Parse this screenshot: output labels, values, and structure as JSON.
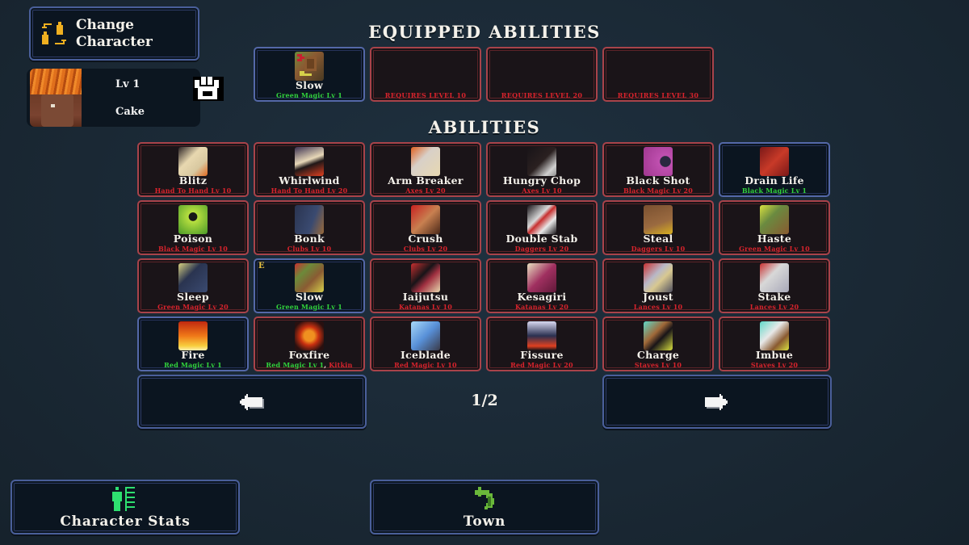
{
  "header": {
    "change_character_label": "Change\nCharacter",
    "character": {
      "level": "Lv 1",
      "name": "Cake",
      "class_icon": "paw-icon"
    }
  },
  "equipped": {
    "title": "EQUIPPED ABILITIES",
    "slots": [
      {
        "state": "unlocked",
        "name": "Slow",
        "icon": "slow-icon",
        "req": [
          {
            "text": "Green Magic Lv 1",
            "met": true
          }
        ]
      },
      {
        "state": "locked",
        "message": "REQUIRES LEVEL 10"
      },
      {
        "state": "locked",
        "message": "REQUIRES LEVEL 20"
      },
      {
        "state": "locked",
        "message": "REQUIRES LEVEL 30"
      }
    ]
  },
  "abilities": {
    "title": "ABILITIES",
    "items": [
      {
        "name": "Blitz",
        "icon": "blitz-icon",
        "unlocked": false,
        "req": [
          {
            "text": "Hand To Hand Lv 10",
            "met": false
          }
        ]
      },
      {
        "name": "Whirlwind",
        "icon": "whirlwind-icon",
        "unlocked": false,
        "req": [
          {
            "text": "Hand To Hand Lv 20",
            "met": false
          }
        ]
      },
      {
        "name": "Arm Breaker",
        "icon": "arm-breaker-icon",
        "unlocked": false,
        "req": [
          {
            "text": "Axes Lv 20",
            "met": false
          }
        ]
      },
      {
        "name": "Hungry Chop",
        "icon": "hungry-chop-icon",
        "unlocked": false,
        "req": [
          {
            "text": "Axes Lv 10",
            "met": false
          }
        ]
      },
      {
        "name": "Black Shot",
        "icon": "black-shot-icon",
        "unlocked": false,
        "req": [
          {
            "text": "Black Magic Lv 20",
            "met": false
          }
        ]
      },
      {
        "name": "Drain Life",
        "icon": "drain-life-icon",
        "unlocked": true,
        "req": [
          {
            "text": "Black Magic Lv 1",
            "met": true
          }
        ]
      },
      {
        "name": "Poison",
        "icon": "poison-icon",
        "unlocked": false,
        "req": [
          {
            "text": "Black Magic Lv 10",
            "met": false
          }
        ]
      },
      {
        "name": "Bonk",
        "icon": "bonk-icon",
        "unlocked": false,
        "req": [
          {
            "text": "Clubs Lv 10",
            "met": false
          }
        ]
      },
      {
        "name": "Crush",
        "icon": "crush-icon",
        "unlocked": false,
        "req": [
          {
            "text": "Clubs Lv 20",
            "met": false
          }
        ]
      },
      {
        "name": "Double Stab",
        "icon": "double-stab-icon",
        "unlocked": false,
        "req": [
          {
            "text": "Daggers Lv 20",
            "met": false
          }
        ]
      },
      {
        "name": "Steal",
        "icon": "steal-icon",
        "unlocked": false,
        "req": [
          {
            "text": "Daggers Lv 10",
            "met": false
          }
        ]
      },
      {
        "name": "Haste",
        "icon": "haste-icon",
        "unlocked": false,
        "req": [
          {
            "text": "Green Magic Lv 10",
            "met": false
          }
        ]
      },
      {
        "name": "Sleep",
        "icon": "sleep-icon",
        "unlocked": false,
        "req": [
          {
            "text": "Green Magic Lv 20",
            "met": false
          }
        ]
      },
      {
        "name": "Slow",
        "icon": "slow-icon",
        "unlocked": true,
        "equipped": true,
        "equipped_mark": "E",
        "req": [
          {
            "text": "Green Magic Lv 1",
            "met": true
          }
        ]
      },
      {
        "name": "Iaijutsu",
        "icon": "iaijutsu-icon",
        "unlocked": false,
        "req": [
          {
            "text": "Katanas Lv 10",
            "met": false
          }
        ]
      },
      {
        "name": "Kesagiri",
        "icon": "kesagiri-icon",
        "unlocked": false,
        "req": [
          {
            "text": "Katanas Lv 20",
            "met": false
          }
        ]
      },
      {
        "name": "Joust",
        "icon": "joust-icon",
        "unlocked": false,
        "req": [
          {
            "text": "Lances Lv 10",
            "met": false
          }
        ]
      },
      {
        "name": "Stake",
        "icon": "stake-icon",
        "unlocked": false,
        "req": [
          {
            "text": "Lances Lv 20",
            "met": false
          }
        ]
      },
      {
        "name": "Fire",
        "icon": "fire-icon",
        "unlocked": true,
        "req": [
          {
            "text": "Red Magic Lv 1",
            "met": true
          }
        ]
      },
      {
        "name": "Foxfire",
        "icon": "foxfire-icon",
        "unlocked": false,
        "req": [
          {
            "text": "Red Magic Lv 1",
            "met": true
          },
          {
            "text": "Kitkin",
            "met": false
          }
        ]
      },
      {
        "name": "Iceblade",
        "icon": "iceblade-icon",
        "unlocked": false,
        "req": [
          {
            "text": "Red Magic Lv 10",
            "met": false
          }
        ]
      },
      {
        "name": "Fissure",
        "icon": "fissure-icon",
        "unlocked": false,
        "req": [
          {
            "text": "Red Magic Lv 20",
            "met": false
          }
        ]
      },
      {
        "name": "Charge",
        "icon": "charge-icon",
        "unlocked": false,
        "req": [
          {
            "text": "Staves Lv 10",
            "met": false
          }
        ]
      },
      {
        "name": "Imbue",
        "icon": "imbue-icon",
        "unlocked": false,
        "req": [
          {
            "text": "Staves Lv 20",
            "met": false
          }
        ]
      }
    ]
  },
  "pagination": {
    "current": 1,
    "total": 2,
    "label": "1/2",
    "prev_icon": "arrow-left-icon",
    "next_icon": "arrow-right-icon"
  },
  "footer": {
    "stats_label": "Character Stats",
    "town_label": "Town"
  },
  "colors": {
    "requirement_met": "#31d23c",
    "requirement_unmet": "#d8232c",
    "unlocked_border": "#5468a8",
    "locked_border": "#a8434a",
    "equipped_mark": "#e6c040"
  }
}
